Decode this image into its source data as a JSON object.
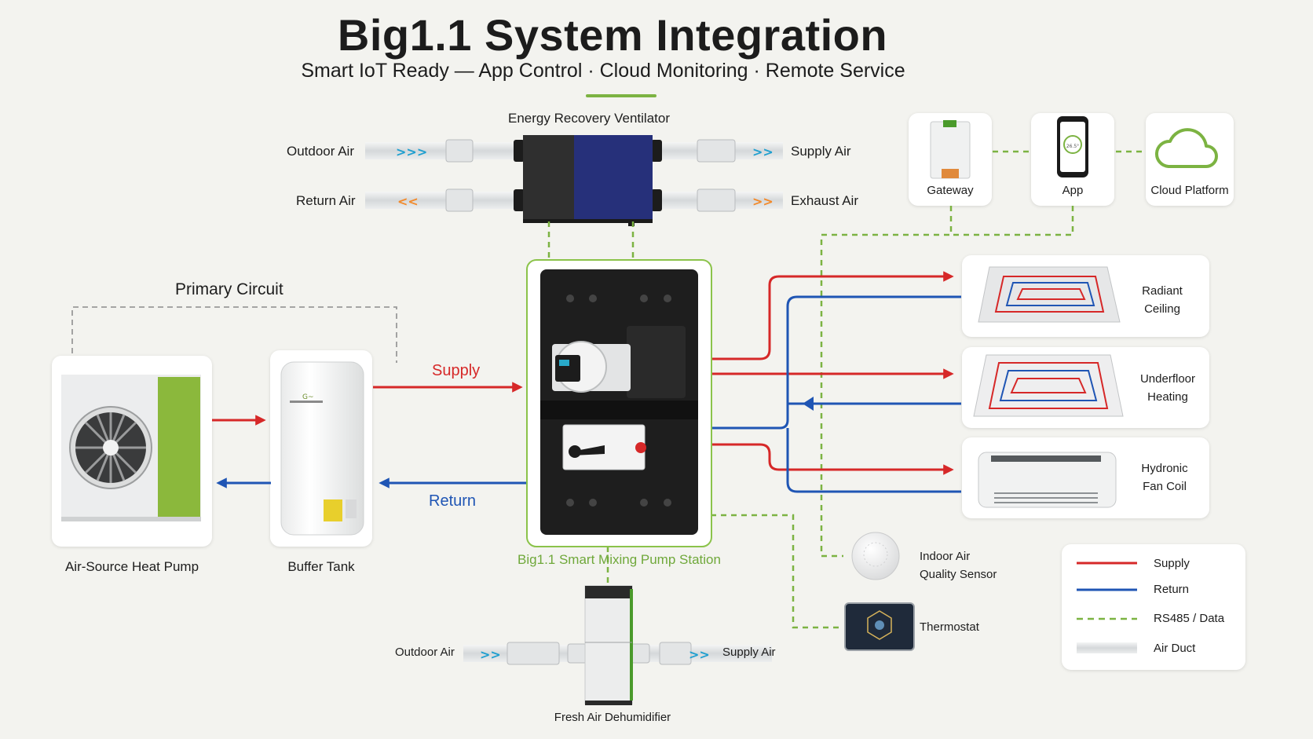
{
  "header": {
    "title": "Big1.1 System Integration",
    "subtitle": "Smart IoT Ready — App Control · Cloud Monitoring · Remote Service"
  },
  "colors": {
    "supply": "#d62828",
    "return": "#1f55b4",
    "data": "#7cb342",
    "duct": "#d7d9da",
    "accent_green": "#7cb342"
  },
  "erv": {
    "title": "Energy Recovery Ventilator",
    "outdoor_air": "Outdoor Air",
    "return_air": "Return Air",
    "supply_air": "Supply Air",
    "exhaust_air": "Exhaust Air"
  },
  "iot": {
    "gateway": "Gateway",
    "app": "App",
    "cloud": "Cloud Platform",
    "app_screen_value": "26.5°"
  },
  "primary": {
    "circuit_label": "Primary Circuit",
    "heat_pump": "Air-Source Heat Pump",
    "buffer_tank": "Buffer Tank",
    "supply": "Supply",
    "return": "Return"
  },
  "station": {
    "label": "Big1.1 Smart Mixing Pump Station"
  },
  "terminals": [
    {
      "line1": "Radiant",
      "line2": "Ceiling"
    },
    {
      "line1": "Underfloor",
      "line2": "Heating"
    },
    {
      "line1": "Hydronic",
      "line2": "Fan Coil"
    }
  ],
  "sensors": {
    "iaq_line1": "Indoor Air",
    "iaq_line2": "Quality Sensor",
    "thermostat": "Thermostat"
  },
  "dehumidifier": {
    "label": "Fresh Air Dehumidifier",
    "outdoor_air": "Outdoor Air",
    "supply_air": "Supply Air"
  },
  "legend": [
    {
      "label": "Supply",
      "kind": "supply"
    },
    {
      "label": "Return",
      "kind": "return"
    },
    {
      "label": "RS485 / Data",
      "kind": "data"
    },
    {
      "label": "Air Duct",
      "kind": "duct"
    }
  ],
  "icons": [
    "fan-icon",
    "cloud-icon",
    "smartphone-icon",
    "gateway-icon",
    "pump-icon",
    "valve-icon",
    "radiant-panel-icon",
    "fan-coil-icon",
    "sensor-icon",
    "thermostat-icon"
  ]
}
